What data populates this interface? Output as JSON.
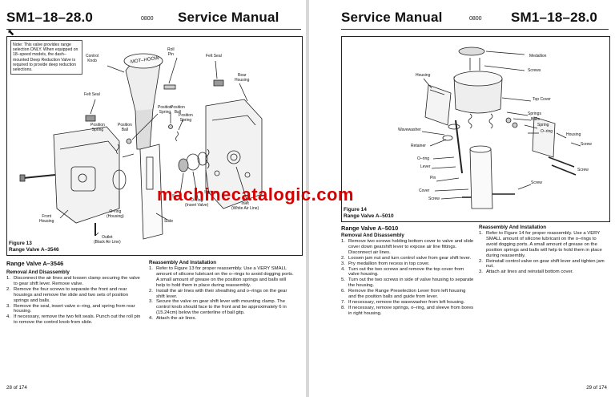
{
  "left": {
    "title": "SM1–18–28.0",
    "code": "0800",
    "manual": "Service Manual",
    "note": "Note: This valve provides range selection ONLY. When equipped on 18–speed models, the dash–mounted Deep Reduction Valve is required to provide deep reduction selections.",
    "labels": {
      "control_knob": "Control\nKnob",
      "roll_pin": "Roll\nPin",
      "felt_seal_top": "Felt Seal",
      "felt_seal_left": "Felt Seal",
      "rear_housing": "Rear\nHousing",
      "position_ball": "Position\nBall",
      "position_spring_a": "Position\nSpring",
      "position_ball_b": "Position\nBall",
      "position_spring_b": "Position\nSpring",
      "front_housing": "Front\nHousing",
      "oring_housing": "O–ring\n(Housing)",
      "seal": "Seal",
      "oring_insert": "O–ring\n(Insert Valve)",
      "spring": "Spring",
      "inlet": "Inlet\n(White Air Line)",
      "slide": "Slide",
      "outlet": "Outlet\n(Black Air Line)"
    },
    "figure": "Figure 13",
    "figure_title": "Range Valve A–3546",
    "section_title": "Range Valve A–3546",
    "removal_title": "Removal And Disassembly",
    "removal_steps": [
      "Disconnect the air lines and loosen clamp securing the valve to gear shift lever. Remove valve.",
      "Remove the four screws to separate the front and rear housings and remove the slide and two sets of position springs and balls.",
      "Remove the seal, insert valve o–ring, and spring from rear housing.",
      "If necessary, remove the two felt seals. Punch out the roll pin to remove the control knob from slide."
    ],
    "reassembly_title": "Reassembly And Installation",
    "reassembly_steps": [
      "Refer to Figure 13 for proper reassembly. Use a VERY SMALL amount of silicone lubricant on the o–rings to avoid dogging ports. A small amount of grease on the position springs and balls will help to hold them in place during reassembly.",
      "Install the air lines with their sheathing and o–rings on the gear shift lever.",
      "Secure the valve on gear shift lever with mounting clamp. The control knob should face to the front and be approximately 6 in (15.24cm) below the centerline of ball gitp.",
      "Attach the air lines."
    ],
    "footer": "28 of 174"
  },
  "right": {
    "manual": "Service Manual",
    "code": "0800",
    "title": "SM1–18–28.0",
    "labels": {
      "medallion": "Medallion",
      "screws": "Screws",
      "housing": "Housing",
      "top_cover": "Top Cover",
      "springs": "Springs",
      "balls": "Balls",
      "spring": "Spring",
      "oring_a": "O–ring",
      "housing_b": "Housing",
      "screw_a": "Screw",
      "screw_b": "Screw",
      "wavewasher": "Wavewasher",
      "retainer": "Retainer",
      "oring_b": "O–ring",
      "lever": "Lever",
      "pin": "Pin",
      "cover": "Cover",
      "screw_c": "Screw",
      "screw_d": "Screw"
    },
    "figure": "Figure 14",
    "figure_title": "Range Valve A–5010",
    "section_title": "Range Valve A–5010",
    "removal_title": "Removal And Disassembly",
    "removal_steps": [
      "Remove two screws holding bottom cover to valve and slide cover down gearshift lever to expose air line fittings. Disconnect air lines.",
      "Loosen jam nut and turn control valve from gear shift lever.",
      "Pry medallion from recess in top cover.",
      "Turn out the two screws and remove the top cover from valve housing.",
      "Turn out the two screws in side of valve housing to separate the housing.",
      "Remove the Range Preselection Lever from left housing and the position balls and guide from lever.",
      "If necessary, remove the wavewasher from left housing.",
      "If necessary, remove springs, o–ring, and sleeve from bores in right housing."
    ],
    "reassembly_title": "Reassembly And Installation",
    "reassembly_steps": [
      "Refer to Figure 14 for proper reassembly. Use a VERY SMALL amount of silicone lubricant on the o–rings to avoid dogging ports. A small amount of grease on the position springs and balls will help to hold them in place during reassembly.",
      "Reinstall control valve on gear shift lever and tighten jam nut.",
      "Attach air lines and reinstall bottom cover."
    ],
    "footer": "29 of 174"
  },
  "watermark": "machinecatalogic.com",
  "colors": {
    "watermark": "#d90000",
    "ink": "#111111",
    "rule": "#333333"
  }
}
